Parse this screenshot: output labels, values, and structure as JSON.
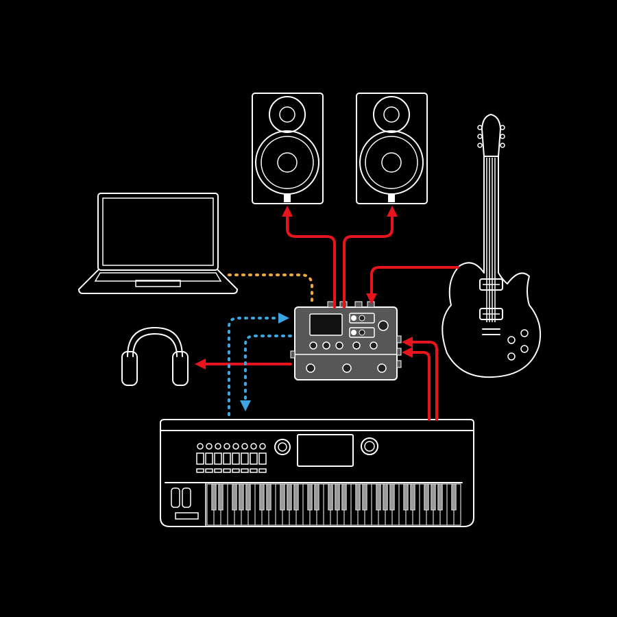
{
  "colors": {
    "background": "#000000",
    "outline": "#ffffff",
    "audio_signal": "#e8141c",
    "usb_signal": "#f2a93b",
    "midi_signal": "#3ba6e0",
    "processor_body": "#575757"
  },
  "devices": {
    "speakers": [
      "speaker-left",
      "speaker-right"
    ],
    "computer": "laptop",
    "instrument": "electric-guitar",
    "monitoring": "headphones",
    "controller": "keyboard-synthesizer",
    "hub": "multi-effects-processor"
  },
  "connections": [
    {
      "from": "multi-effects-processor",
      "to": "speaker-left",
      "type": "audio"
    },
    {
      "from": "multi-effects-processor",
      "to": "speaker-right",
      "type": "audio"
    },
    {
      "from": "electric-guitar",
      "to": "multi-effects-processor",
      "type": "audio"
    },
    {
      "from": "laptop",
      "to": "multi-effects-processor",
      "type": "usb"
    },
    {
      "from": "multi-effects-processor",
      "to": "headphones",
      "type": "audio"
    },
    {
      "from": "keyboard-synthesizer",
      "to": "multi-effects-processor",
      "type": "audio"
    },
    {
      "from": "keyboard-synthesizer",
      "to": "multi-effects-processor",
      "type": "midi"
    },
    {
      "from": "multi-effects-processor",
      "to": "keyboard-synthesizer",
      "type": "midi"
    }
  ]
}
